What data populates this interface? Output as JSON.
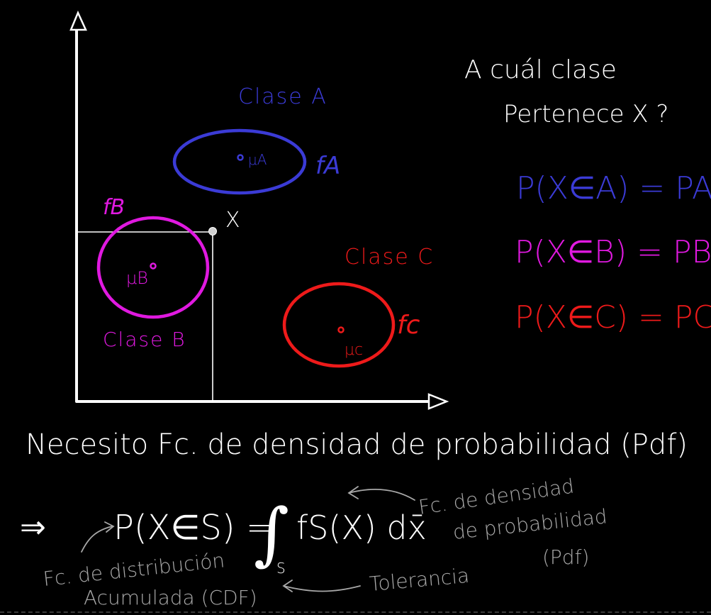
{
  "colors": {
    "background": "#000000",
    "ink": "#ffffff",
    "class_a": "#3b3bd6",
    "class_b": "#e019e0",
    "class_c": "#ee1a1a",
    "note_gray": "#a8a8a8"
  },
  "class_a": {
    "label": "Clase A",
    "mean": "μA",
    "density": "fA"
  },
  "class_b": {
    "label": "Clase B",
    "mean": "μB",
    "density": "fB"
  },
  "class_c": {
    "label": "Clase C",
    "mean": "μc",
    "density": "fc"
  },
  "point_label": "X",
  "question": {
    "line1": "A cuál clase",
    "line2": "Pertenece X ?"
  },
  "probabilities": {
    "a": "P(X∈A) = PA",
    "b": "P(X∈B) = PB",
    "c": "P(X∈C) = PC"
  },
  "heading": "Necesito Fc. de densidad de probabilidad (Pdf)",
  "formula": {
    "implies": "⇒",
    "lhs": "P(X∈S) =",
    "integral": "∫",
    "lower_bound": "S",
    "integrand": "fS(X) dx̄"
  },
  "notes": {
    "cdf_line1": "Fc. de distribución",
    "cdf_line2": "Acumulada (CDF)",
    "pdf_line1": "Fc. de densidad",
    "pdf_line2": "de probabilidad",
    "pdf_line3": "(Pdf)",
    "tolerance": "Tolerancia"
  }
}
